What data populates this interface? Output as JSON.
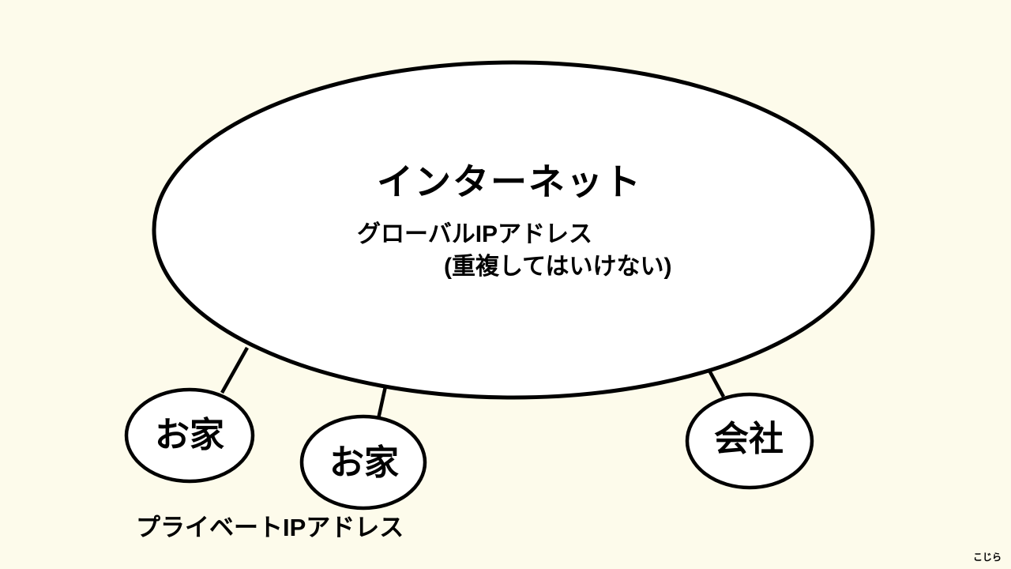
{
  "colors": {
    "background": "#FDFBEB",
    "shape_fill": "#FFFFFF",
    "stroke": "#000000",
    "text": "#000000"
  },
  "internet": {
    "title": "インターネット",
    "subtitle1": "グローバルIPアドレス",
    "subtitle2": "(重複してはいけない)"
  },
  "nodes": [
    {
      "label": "お家"
    },
    {
      "label": "お家"
    },
    {
      "label": "会社"
    }
  ],
  "caption": "プライベートIPアドレス",
  "watermark": "こじら"
}
